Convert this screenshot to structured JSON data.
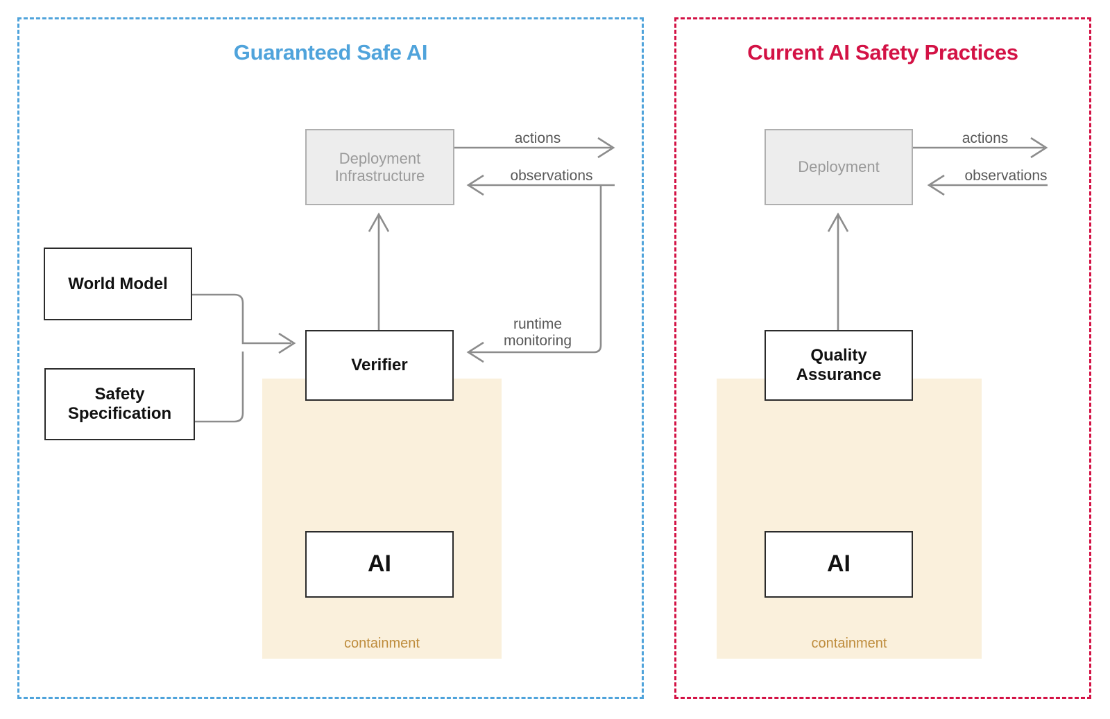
{
  "panels": {
    "left": {
      "title": "Guaranteed Safe AI",
      "accent_color": "#4FA3DB",
      "containment_label": "containment",
      "nodes": {
        "deployment": "Deployment\nInfrastructure",
        "deployment_line1": "Deployment",
        "deployment_line2": "Infrastructure",
        "world_model": "World Model",
        "safety_spec_line1": "Safety",
        "safety_spec_line2": "Specification",
        "verifier": "Verifier",
        "ai": "AI"
      },
      "edges": {
        "actions": "actions",
        "observations": "observations",
        "runtime_line1": "runtime",
        "runtime_line2": "monitoring"
      }
    },
    "right": {
      "title": "Current AI Safety Practices",
      "accent_color": "#D31245",
      "containment_label": "containment",
      "nodes": {
        "deployment": "Deployment",
        "quality_assurance_line1": "Quality",
        "quality_assurance_line2": "Assurance",
        "ai": "AI"
      },
      "edges": {
        "actions": "actions",
        "observations": "observations"
      }
    }
  },
  "colors": {
    "blue_accent": "#4FA3DB",
    "red_accent": "#D31245",
    "containment_fill": "#FAF0DC",
    "containment_text": "#BE8C3C",
    "wire": "#8C8C8C",
    "grey_box_fill": "#EDEDED",
    "grey_box_text": "#9A9A9A"
  }
}
